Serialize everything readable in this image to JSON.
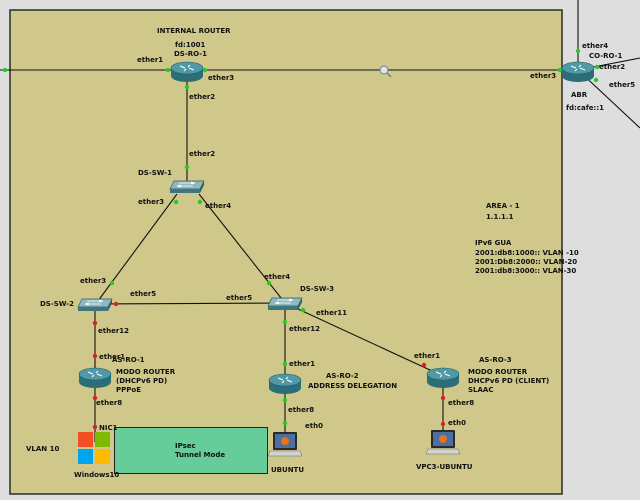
{
  "colors": {
    "background": "#dedede",
    "area": "#cfc88a",
    "area_border": "#2a2a2a",
    "router": "#3e8a96",
    "switch": "#6a96a0",
    "port_up": "#22cc22",
    "port_down": "#e02020",
    "ipsec_box": "#66cc99"
  },
  "area": {
    "name": "AREA - 1",
    "id": "1.1.1.1"
  },
  "ipv6": {
    "title": "IPv6 GUA",
    "vlans": [
      "2001:db8:1000:: VLAN -10",
      "2001:Db8:2000:: VLAN-20",
      "2001:db8:3000:: VLAN-30"
    ]
  },
  "devices": {
    "ds_ro_1": {
      "title": "INTERNAL ROUTER",
      "addr": "fd:1001",
      "name": "DS-RO-1",
      "icon": "router-icon"
    },
    "co_ro_1": {
      "name": "CO-RO-1",
      "role": "ABR",
      "addr": "fd:cafe::1",
      "icon": "router-icon"
    },
    "ds_sw_1": {
      "name": "DS-SW-1",
      "icon": "switch-icon"
    },
    "ds_sw_2": {
      "name": "DS-SW-2",
      "icon": "switch-icon"
    },
    "ds_sw_3": {
      "name": "DS-SW-3",
      "icon": "switch-icon"
    },
    "as_ro_1": {
      "name": "AS-RO-1",
      "desc": [
        "MODO ROUTER",
        "(DHCPv6 PD)",
        "PPPoE"
      ],
      "icon": "router-icon"
    },
    "as_ro_2": {
      "name": "AS-RO-2",
      "desc": [
        "ADDRESS DELEGATION"
      ],
      "icon": "router-icon"
    },
    "as_ro_3": {
      "name": "AS-RO-3",
      "desc": [
        "MODO ROUTER",
        "DHCPv6 PD (CLIENT)",
        "SLAAC"
      ],
      "icon": "router-icon"
    },
    "windows10": {
      "name": "Windows10",
      "icon": "windows-icon"
    },
    "ubuntu": {
      "name": "UBUNTU",
      "icon": "laptop-icon"
    },
    "vpc3": {
      "name": "VPC3-UBUNTU",
      "icon": "laptop-icon"
    }
  },
  "vlan_label": "VLAN 10",
  "ipsec": {
    "line1": "IPsec",
    "line2": "Tunnel Mode"
  },
  "ports": {
    "ds_ro_1_left": "ether1",
    "ds_ro_1_right": "ether3",
    "ds_ro_1_down": "ether2",
    "ds_sw_1_up": "ether2",
    "ds_sw_1_left": "ether3",
    "ds_sw_1_right": "ether4",
    "co_ro_1_left": "ether3",
    "co_ro_1_top": "ether4",
    "co_ro_1_right": "ether2",
    "co_ro_1_down": "ether5",
    "ds_sw_2_up": "ether3",
    "ds_sw_2_right": "ether5",
    "ds_sw_2_down": "ether12",
    "ds_sw_3_up": "ether4",
    "ds_sw_3_left": "ether5",
    "ds_sw_3_right": "ether11",
    "ds_sw_3_down": "ether12",
    "as_ro_1_up": "ether1",
    "as_ro_1_down": "ether8",
    "as_ro_2_up": "ether1",
    "as_ro_2_down": "ether8",
    "as_ro_3_up": "ether1",
    "as_ro_3_down": "ether8",
    "windows_nic": "NIC1",
    "ubuntu_eth": "eth0",
    "vpc3_eth": "eth0"
  }
}
